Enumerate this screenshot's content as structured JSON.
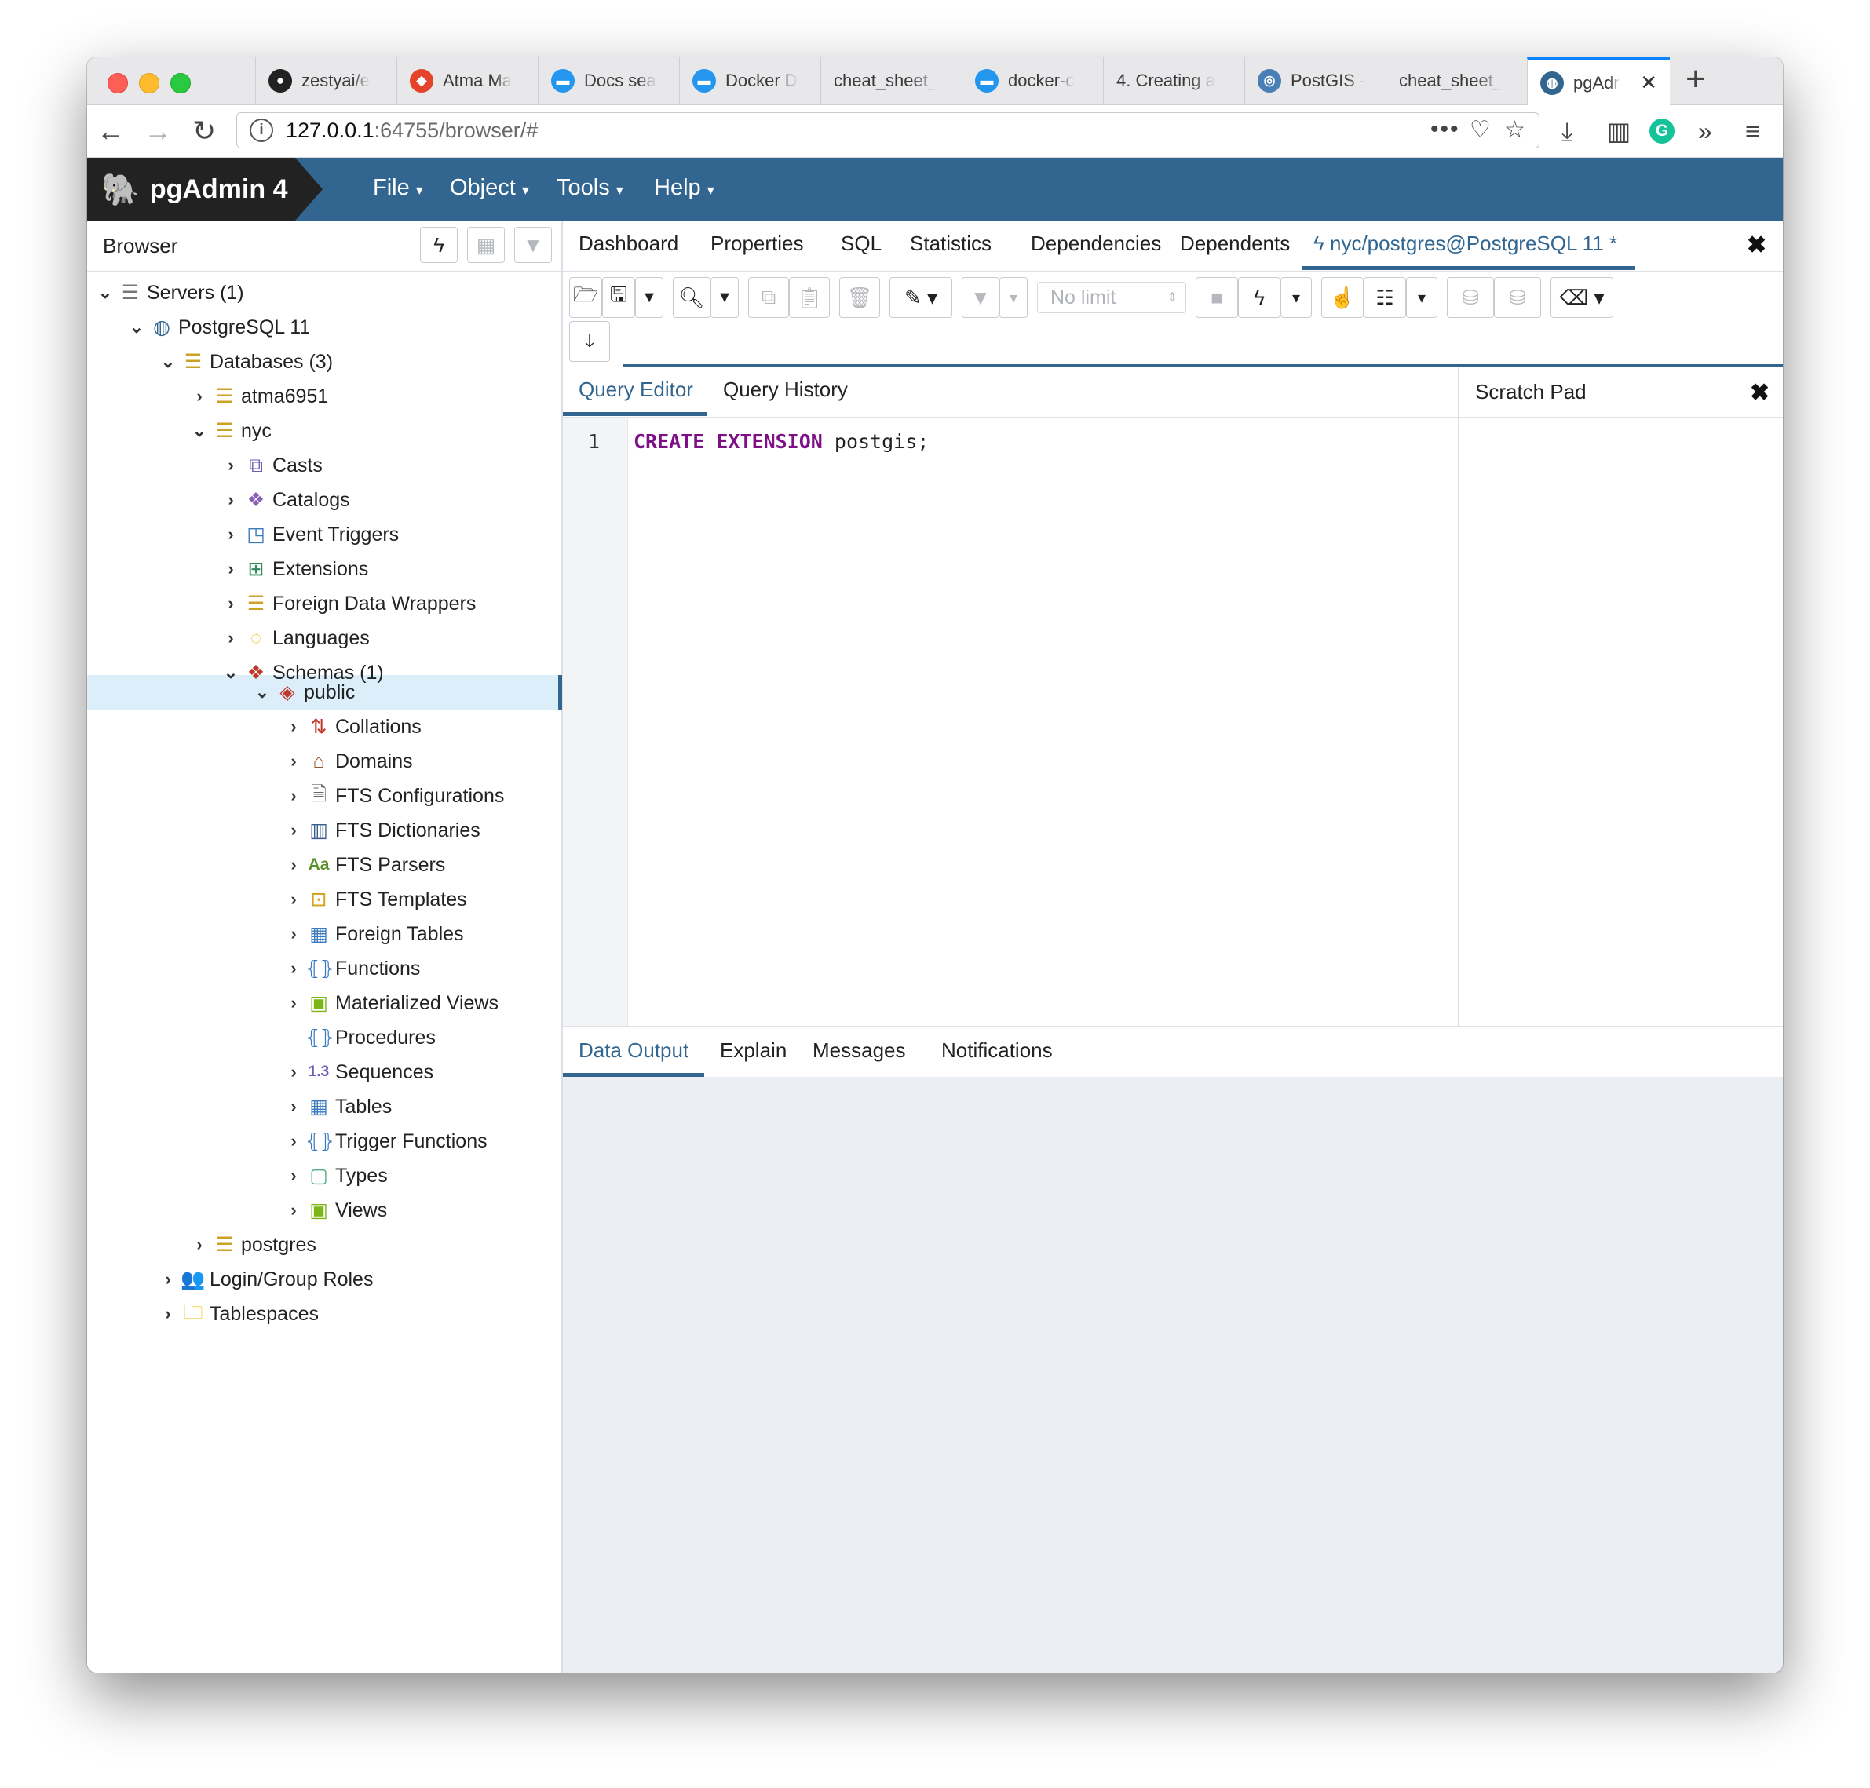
{
  "browser_tabs": [
    {
      "label": "zestyai/e",
      "icon": "github-icon",
      "color": "#222222"
    },
    {
      "label": "Atma Ma",
      "icon": "gitlab-icon",
      "color": "#e24329"
    },
    {
      "label": "Docs sea",
      "icon": "docker-icon",
      "color": "#2496ed"
    },
    {
      "label": "Docker D",
      "icon": "docker-icon",
      "color": "#2496ed"
    },
    {
      "label": "cheat_sheet_",
      "icon": "",
      "color": ""
    },
    {
      "label": "docker-c",
      "icon": "docker-icon",
      "color": "#2496ed"
    },
    {
      "label": "4. Creating a",
      "icon": "",
      "color": ""
    },
    {
      "label": "PostGIS -",
      "icon": "globe-icon",
      "color": "#4a7fb5"
    },
    {
      "label": "cheat_sheet_",
      "icon": "",
      "color": ""
    },
    {
      "label": "pgAdr",
      "icon": "elephant-icon",
      "color": "#326690"
    }
  ],
  "url": {
    "host": "127.0.0.1",
    "rest": ":64755/browser/#"
  },
  "app": {
    "title": "pgAdmin 4"
  },
  "menu": [
    "File",
    "Object",
    "Tools",
    "Help"
  ],
  "browser_panel": {
    "title": "Browser"
  },
  "tree": [
    {
      "label": "Servers (1)",
      "icon": "servers-icon"
    },
    {
      "label": "PostgreSQL 11",
      "icon": "elephant-icon"
    },
    {
      "label": "Databases (3)",
      "icon": "database-icon"
    },
    {
      "label": "atma6951",
      "icon": "database-icon"
    },
    {
      "label": "nyc",
      "icon": "database-icon"
    },
    {
      "label": "Casts",
      "icon": "casts-icon"
    },
    {
      "label": "Catalogs",
      "icon": "catalogs-icon"
    },
    {
      "label": "Event Triggers",
      "icon": "event-triggers-icon"
    },
    {
      "label": "Extensions",
      "icon": "extensions-icon"
    },
    {
      "label": "Foreign Data Wrappers",
      "icon": "fdw-icon"
    },
    {
      "label": "Languages",
      "icon": "languages-icon"
    },
    {
      "label": "Schemas (1)",
      "icon": "schemas-icon"
    },
    {
      "label": "public",
      "icon": "schema-icon"
    },
    {
      "label": "Collations",
      "icon": "collations-icon"
    },
    {
      "label": "Domains",
      "icon": "domains-icon"
    },
    {
      "label": "FTS Configurations",
      "icon": "fts-config-icon"
    },
    {
      "label": "FTS Dictionaries",
      "icon": "fts-dict-icon"
    },
    {
      "label": "FTS Parsers",
      "icon": "fts-parser-icon"
    },
    {
      "label": "FTS Templates",
      "icon": "fts-template-icon"
    },
    {
      "label": "Foreign Tables",
      "icon": "foreign-table-icon"
    },
    {
      "label": "Functions",
      "icon": "function-icon"
    },
    {
      "label": "Materialized Views",
      "icon": "mview-icon"
    },
    {
      "label": "Procedures",
      "icon": "procedure-icon"
    },
    {
      "label": "Sequences",
      "icon": "sequence-icon"
    },
    {
      "label": "Tables",
      "icon": "table-icon"
    },
    {
      "label": "Trigger Functions",
      "icon": "trigger-function-icon"
    },
    {
      "label": "Types",
      "icon": "type-icon"
    },
    {
      "label": "Views",
      "icon": "view-icon"
    },
    {
      "label": "postgres",
      "icon": "database-icon"
    },
    {
      "label": "Login/Group Roles",
      "icon": "roles-icon"
    },
    {
      "label": "Tablespaces",
      "icon": "tablespaces-icon"
    }
  ],
  "main_tabs": [
    "Dashboard",
    "Properties",
    "SQL",
    "Statistics",
    "Dependencies",
    "Dependents",
    "nyc/postgres@PostgreSQL 11 *"
  ],
  "toolbar": {
    "limit_value": "No limit"
  },
  "editor_tabs": [
    "Query Editor",
    "Query History"
  ],
  "scratch_pad": {
    "title": "Scratch Pad"
  },
  "editor": {
    "line_number": "1",
    "keyword1": "CREATE",
    "keyword2": "EXTENSION",
    "rest": " postgis;"
  },
  "output_tabs": [
    "Data Output",
    "Explain",
    "Messages",
    "Notifications"
  ],
  "colors": {
    "header": "#326690",
    "logo_bg": "#222222",
    "keyword": "#7d0f87",
    "selected_row": "#dbeefa"
  }
}
